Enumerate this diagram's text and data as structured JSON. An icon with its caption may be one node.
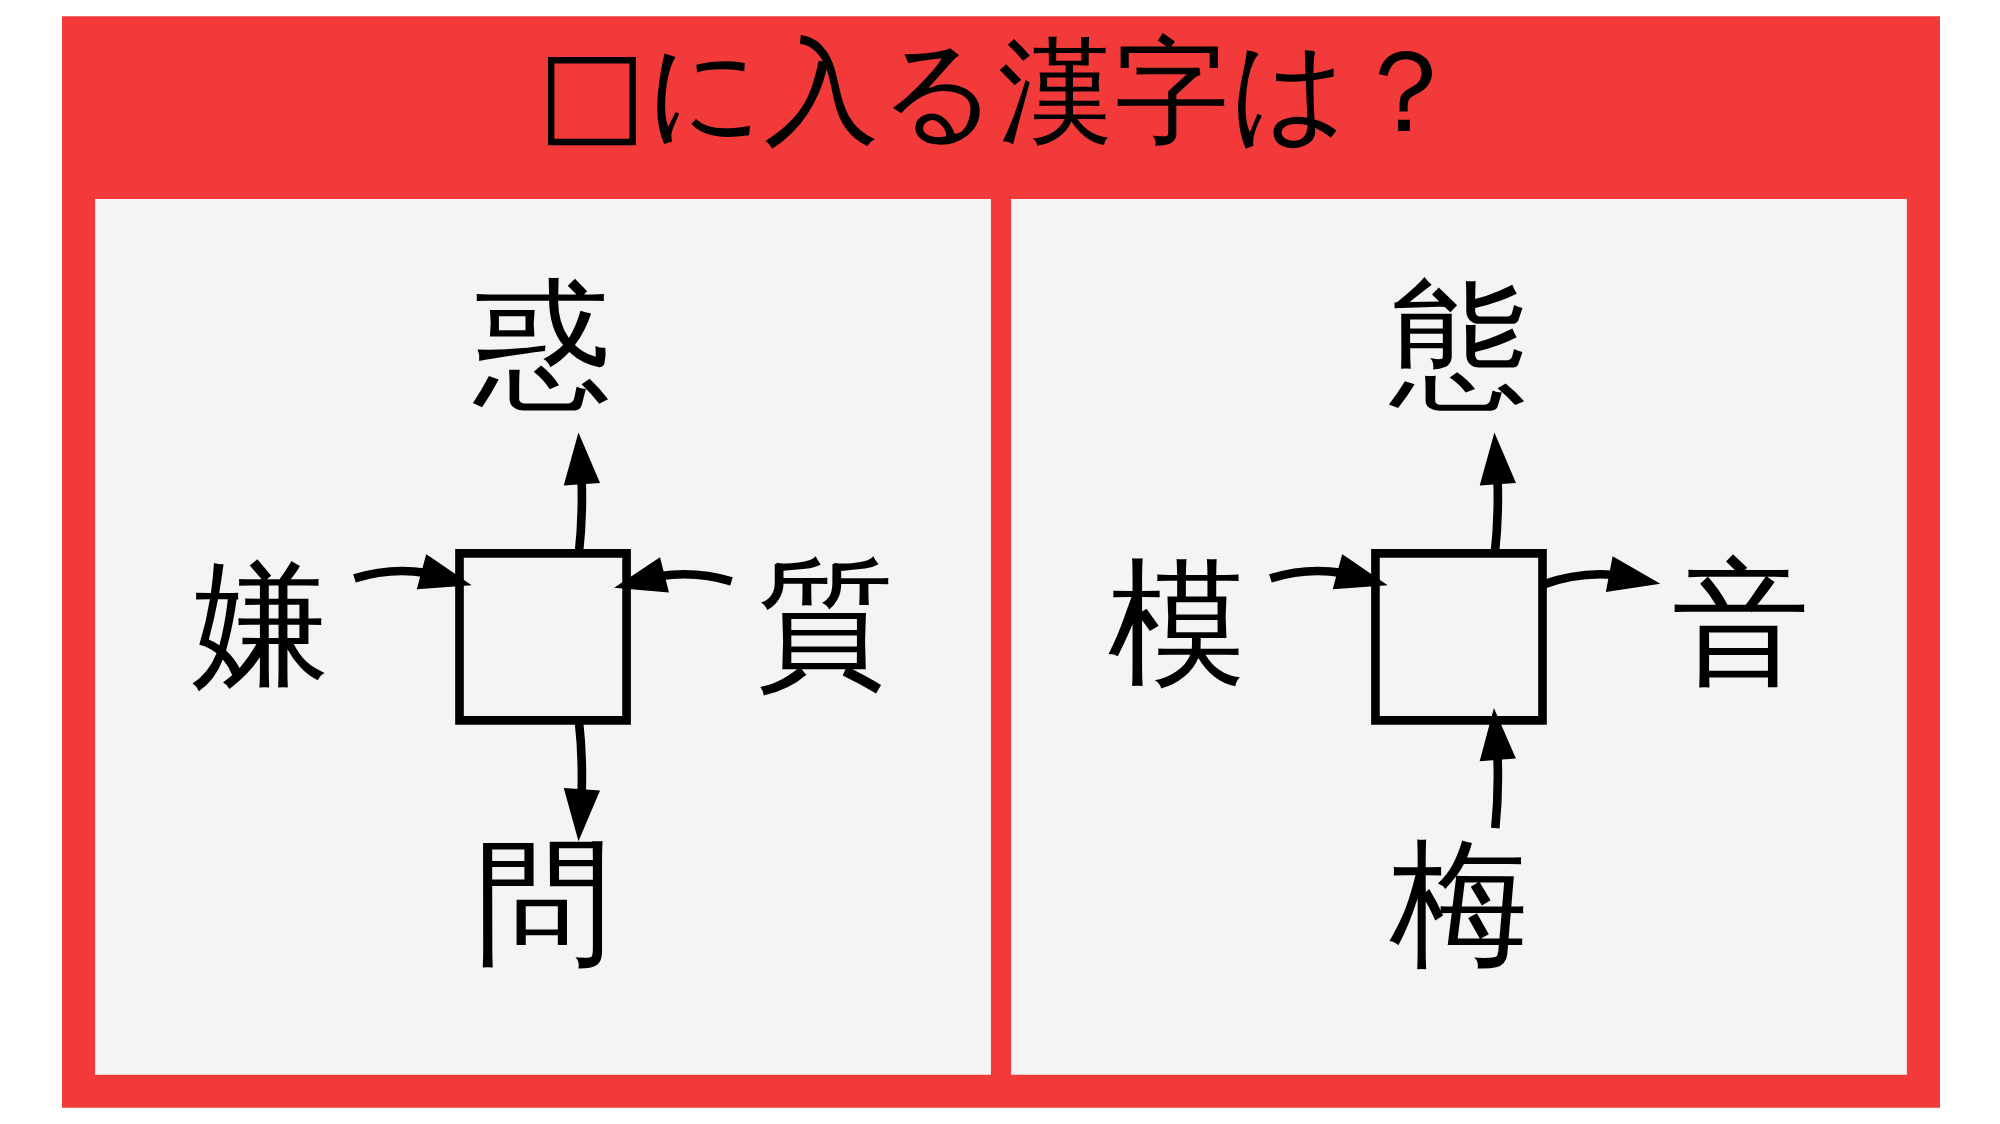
{
  "diagram": {
    "title": "□に入る漢字は？",
    "nodes": [
      {
        "text": [],
        "shape": "box"
      },
      {
        "text": [
          "惑"
        ],
        "in": 0
      },
      {
        "text": [
          "嫌"
        ],
        "in": 0
      },
      {
        "text": [],
        "shape": "box",
        "in": 0
      },
      {
        "text": [
          "質"
        ],
        "in": 0
      },
      {
        "text": [
          "問"
        ],
        "in": 0
      },
      {
        "text": [],
        "shape": "box"
      },
      {
        "text": [
          "態"
        ],
        "in": 6
      },
      {
        "text": [
          "模"
        ],
        "in": 6
      },
      {
        "text": [],
        "shape": "box",
        "in": 6
      },
      {
        "text": [
          "音"
        ],
        "in": 6
      },
      {
        "text": [
          "梅"
        ],
        "in": 6
      }
    ],
    "edges": [
      {
        "from": 3,
        "to": 1,
        "arrow": "to"
      },
      {
        "from": 2,
        "to": 3,
        "arrow": "to"
      },
      {
        "from": 4,
        "to": 3,
        "arrow": "to"
      },
      {
        "from": 3,
        "to": 5,
        "arrow": "to"
      },
      {
        "from": 9,
        "to": 7,
        "arrow": "to"
      },
      {
        "from": 8,
        "to": 9,
        "arrow": "to"
      },
      {
        "from": 9,
        "to": 10,
        "arrow": "to"
      },
      {
        "from": 11,
        "to": 9,
        "arrow": "to"
      }
    ]
  }
}
